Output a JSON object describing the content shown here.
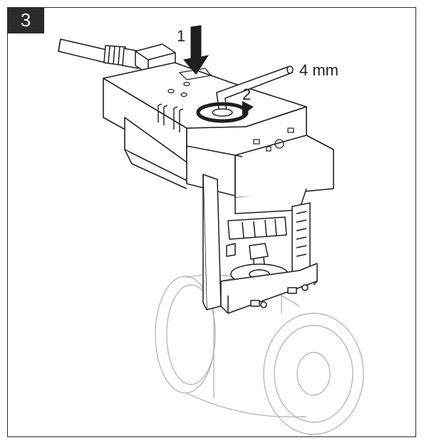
{
  "step": {
    "number": "3"
  },
  "callouts": {
    "one": "1",
    "two": "2",
    "tool_size": "4 mm"
  },
  "colors": {
    "line": "#1e1e1e",
    "ghost": "#b8b8b8",
    "badge": "#2b2b2b"
  }
}
